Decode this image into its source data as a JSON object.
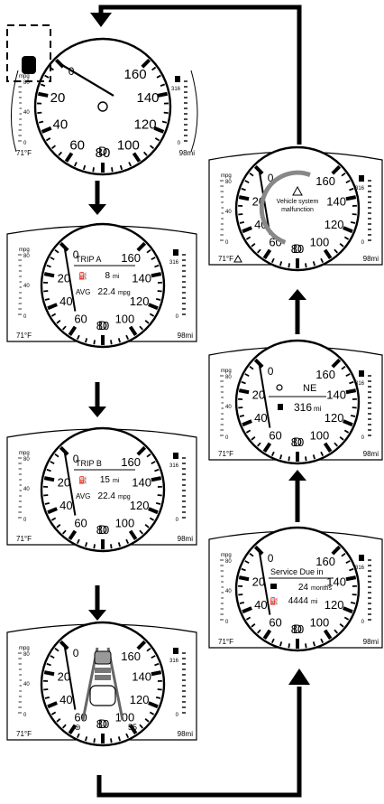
{
  "panels": [
    {
      "id": "p1",
      "speed_labels": [
        "20",
        "40",
        "60",
        "80",
        "100",
        "120",
        "140",
        "160"
      ],
      "zero": "0",
      "gear": "D",
      "temp": "71°F",
      "range": "98mi",
      "mpg_small": "mpg",
      "mpg_80": "80",
      "mpg_40": "40",
      "mpg_0": "0",
      "fuel_top": "316",
      "fuel_zero": "0",
      "screen": "speedometer"
    },
    {
      "id": "p2",
      "speed_labels": [
        "20",
        "40",
        "60",
        "80",
        "100",
        "120",
        "140",
        "160"
      ],
      "zero": "0",
      "gear": "D",
      "temp": "71°F",
      "range": "98mi",
      "screen": "trip",
      "trip_title": "TRIP A",
      "row1_value": "8",
      "row1_unit": "mi",
      "row2_label": "AVG",
      "row2_value": "22.4",
      "row2_unit": "mpg"
    },
    {
      "id": "p3",
      "speed_labels": [
        "20",
        "40",
        "60",
        "80",
        "100",
        "120",
        "140",
        "160"
      ],
      "zero": "0",
      "gear": "D",
      "temp": "71°F",
      "range": "98mi",
      "screen": "trip",
      "trip_title": "TRIP B",
      "row1_value": "15",
      "row1_unit": "mi",
      "row2_label": "AVG",
      "row2_value": "22.4",
      "row2_unit": "mpg"
    },
    {
      "id": "p4",
      "speed_labels": [
        "20",
        "40",
        "60",
        "80",
        "100",
        "120",
        "140",
        "160"
      ],
      "zero": "0",
      "gear": "D",
      "temp": "71°F",
      "range": "98mi",
      "screen": "adas",
      "set_speed": "55"
    },
    {
      "id": "p5",
      "speed_labels": [
        "20",
        "40",
        "60",
        "80",
        "100",
        "120",
        "140",
        "160"
      ],
      "zero": "0",
      "gear": "D",
      "temp": "71°F",
      "range": "98mi",
      "screen": "service",
      "service_title": "Service Due in",
      "row1_value": "24",
      "row1_unit": "months",
      "row2_value": "4444",
      "row2_unit": "mi"
    },
    {
      "id": "p6",
      "speed_labels": [
        "20",
        "40",
        "60",
        "80",
        "100",
        "120",
        "140",
        "160"
      ],
      "zero": "0",
      "gear": "D",
      "temp": "71°F",
      "range": "98mi",
      "screen": "compass",
      "heading": "NE",
      "range_big": "316",
      "range_unit": "mi"
    },
    {
      "id": "p7",
      "speed_labels": [
        "20",
        "40",
        "60",
        "80",
        "100",
        "120",
        "140",
        "160"
      ],
      "zero": "0",
      "gear": "D",
      "temp": "71°F",
      "range": "98mi",
      "screen": "warning",
      "warn_line1": "Vehicle system",
      "warn_line2": "malfunction"
    }
  ]
}
